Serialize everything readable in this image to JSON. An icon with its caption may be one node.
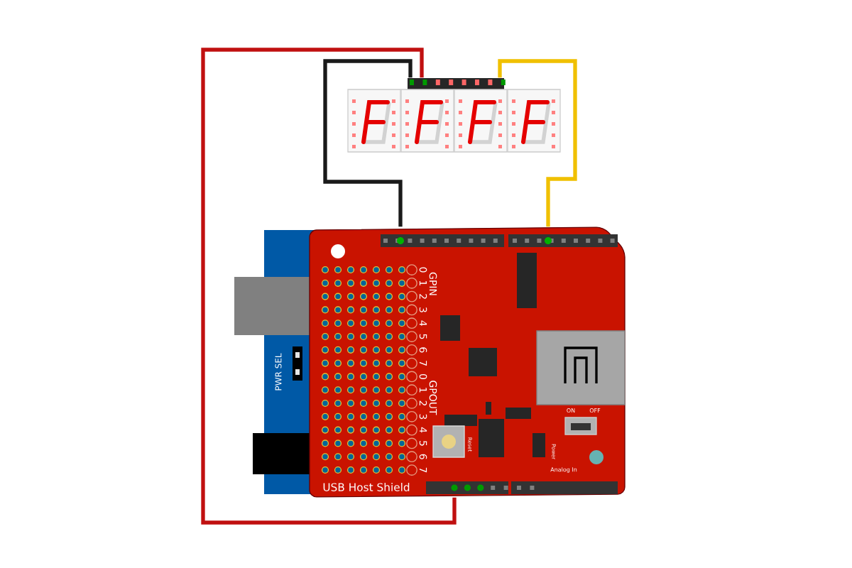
{
  "diagram": {
    "nodes": [
      {
        "text": [],
        "shape": "picture"
      },
      {
        "text": [],
        "shape": "picture"
      }
    ],
    "edges": [
      {
        "from": 0,
        "to": 1,
        "arrow": "none",
        "color": "#1a1a1a"
      },
      {
        "from": 0,
        "to": 1,
        "arrow": "none",
        "color": "#c01010"
      },
      {
        "from": 0,
        "to": 1,
        "arrow": "none",
        "color": "#f0c000"
      }
    ],
    "labels": [
      "GPIN",
      "0",
      "1",
      "2",
      "3",
      "4",
      "5",
      "6",
      "7",
      "GPOUT",
      "0",
      "1",
      "2",
      "3",
      "4",
      "5",
      "6",
      "7",
      "PWR SEL",
      "USB Host Shield",
      "Reset",
      "ON",
      "OFF",
      "Power",
      "Analog In"
    ]
  }
}
